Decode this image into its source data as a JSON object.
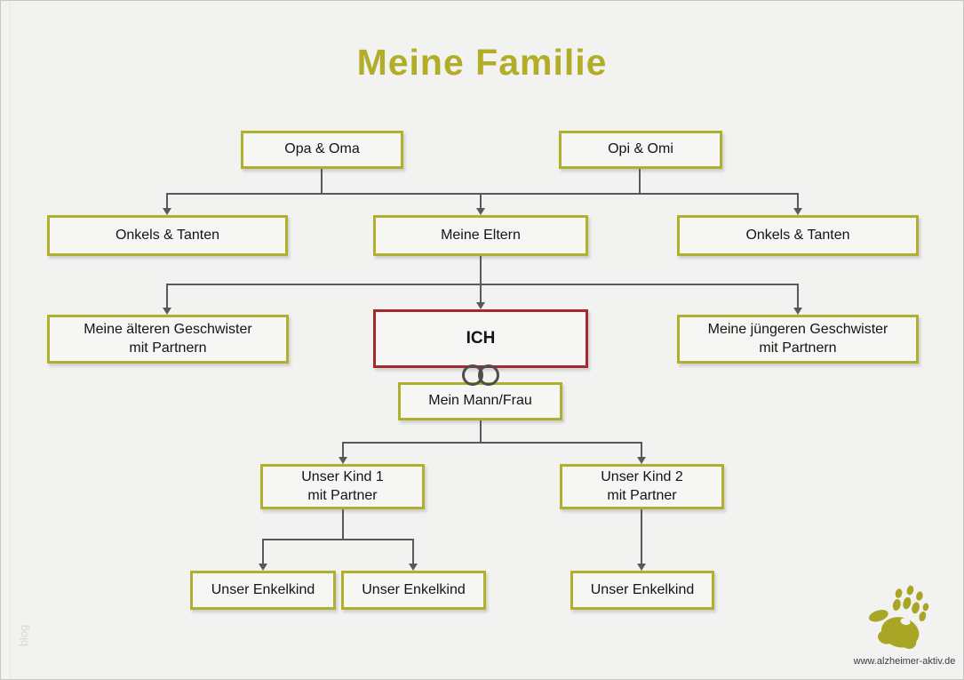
{
  "title": "Meine Familie",
  "diagram": {
    "type": "family-tree",
    "edges": [
      {
        "parents": [
          "opa_oma",
          "opi_omi"
        ],
        "children": [
          "onkels_tanten_links",
          "meine_eltern",
          "onkels_tanten_rechts"
        ]
      },
      {
        "parents": [
          "meine_eltern"
        ],
        "children": [
          "aeltere_geschwister",
          "ich",
          "juengere_geschwister"
        ]
      },
      {
        "couple": [
          "ich",
          "mann_frau"
        ],
        "relation": "marriage-rings"
      },
      {
        "parents": [
          "mann_frau"
        ],
        "children": [
          "kind1",
          "kind2"
        ]
      },
      {
        "parents": [
          "kind1"
        ],
        "children": [
          "enkelkind1",
          "enkelkind2"
        ]
      },
      {
        "parents": [
          "kind2"
        ],
        "children": [
          "enkelkind3"
        ]
      }
    ]
  },
  "nodes": {
    "opa_oma": {
      "label": "Opa & Oma"
    },
    "opi_omi": {
      "label": "Opi & Omi"
    },
    "onkels_tanten_links": {
      "label": "Onkels & Tanten"
    },
    "meine_eltern": {
      "label": "Meine Eltern"
    },
    "onkels_tanten_rechts": {
      "label": "Onkels & Tanten"
    },
    "aeltere_geschwister": {
      "label": "Meine älteren Geschwister\nmit Partnern"
    },
    "ich": {
      "label": "ICH"
    },
    "juengere_geschwister": {
      "label": "Meine jüngeren Geschwister\nmit Partnern"
    },
    "mann_frau": {
      "label": "Mein Mann/Frau"
    },
    "kind1": {
      "label": "Unser Kind 1\nmit Partner"
    },
    "kind2": {
      "label": "Unser Kind 2\nmit Partner"
    },
    "enkelkind1": {
      "label": "Unser Enkelkind"
    },
    "enkelkind2": {
      "label": "Unser Enkelkind"
    },
    "enkelkind3": {
      "label": "Unser Enkelkind"
    }
  },
  "footer": {
    "url": "www.alzheimer-aktiv.de",
    "watermark": "blog"
  },
  "icons": {
    "hand_logo": "handprint-logo",
    "rings": "wedding-rings"
  },
  "colors": {
    "background": "#f2f2f1",
    "accent_olive": "#b1af2e",
    "title_olive": "#b1ad28",
    "accent_red": "#a32a2d",
    "line_gray": "#595959",
    "text": "#141414"
  }
}
